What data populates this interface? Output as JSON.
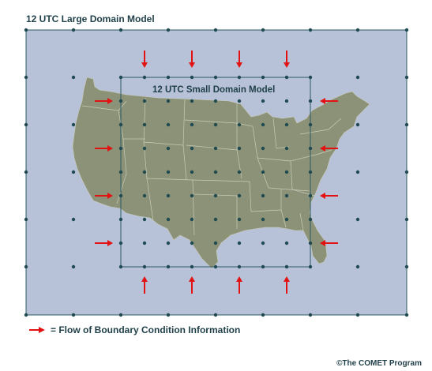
{
  "large_domain": {
    "label": "12 UTC Large Domain Model"
  },
  "small_domain": {
    "label": "12 UTC Small Domain Model"
  },
  "legend": {
    "label": "= Flow of Boundary Condition Information"
  },
  "footer": {
    "copyright": "©The COMET Program"
  },
  "colors": {
    "domain_fill": "#b7c1d7",
    "domain_border": "#2d5b66",
    "land": "#8c9277",
    "state_lines": "#c8ccba",
    "grid_point": "#1f4a52",
    "arrow": "#e31212",
    "text": "#1f3f48"
  }
}
